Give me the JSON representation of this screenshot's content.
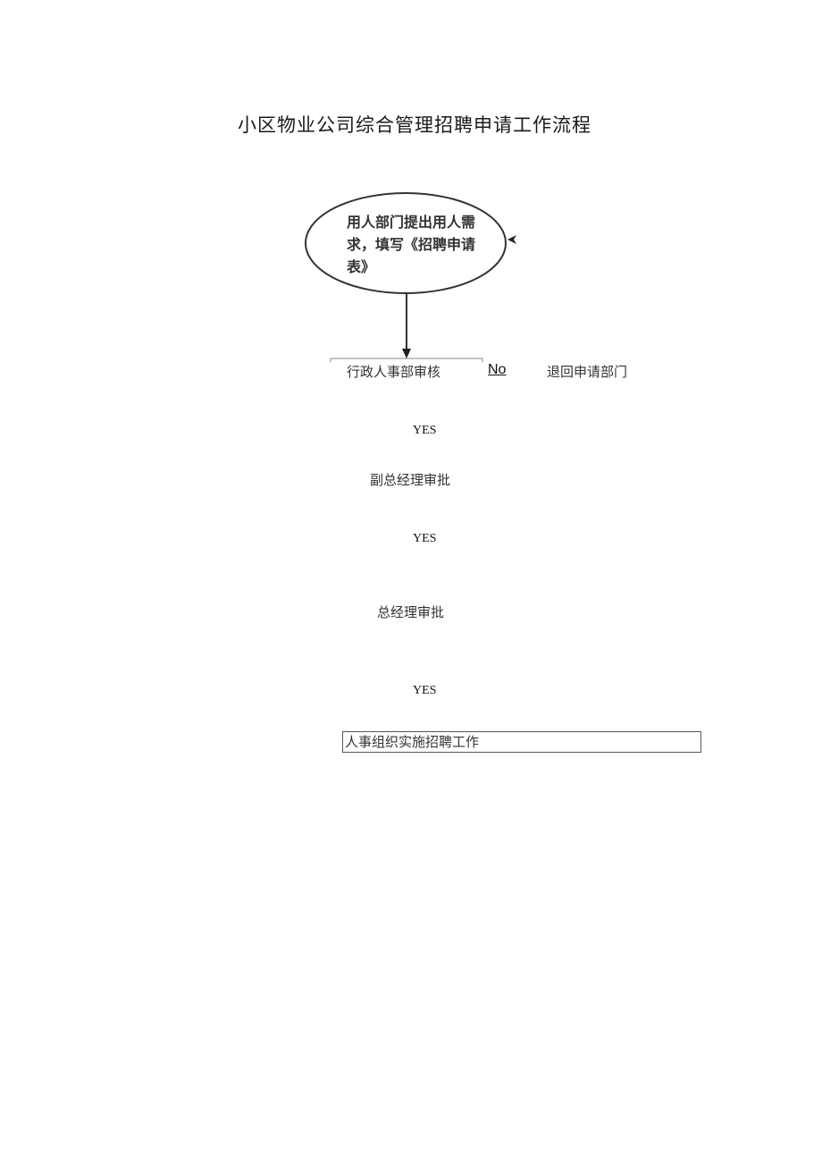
{
  "document": {
    "title": "小区物业公司综合管理招聘申请工作流程"
  },
  "flowchart": {
    "start_node": {
      "shape": "ellipse",
      "text": "用人部门提出用人需求，填写《招聘申请表》"
    },
    "steps": [
      {
        "id": "hr_review",
        "text": "行政人事部审核"
      },
      {
        "id": "deputy_gm_approval",
        "text": "副总经理审批"
      },
      {
        "id": "gm_approval",
        "text": "总经理审批"
      },
      {
        "id": "implement",
        "text": "人事组织实施招聘工作",
        "shape": "rectangle"
      }
    ],
    "branches": {
      "no_label": "No",
      "reject_target": "退回申请部门",
      "yes_labels": [
        "YES",
        "YES",
        "YES"
      ]
    },
    "colors": {
      "line": "#333333",
      "text": "#222222",
      "background": "#ffffff"
    }
  }
}
